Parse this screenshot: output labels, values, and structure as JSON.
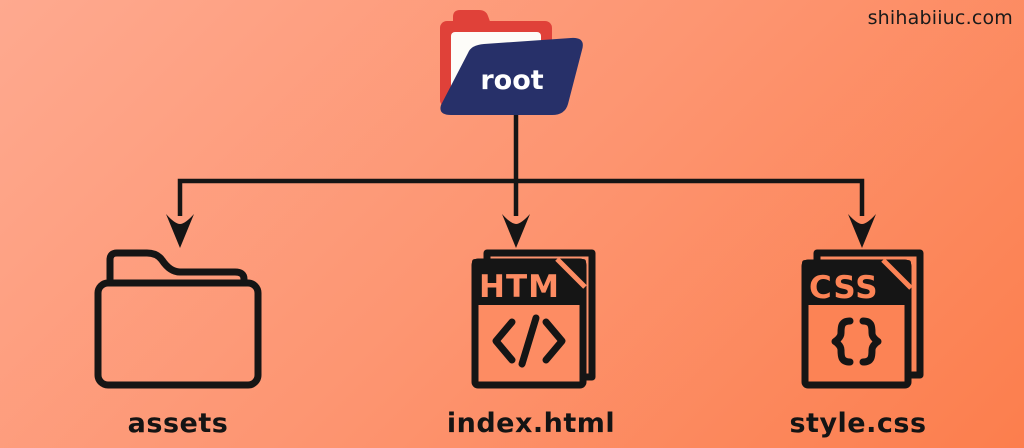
{
  "watermark": "shihabiiuc.com",
  "diagram": {
    "root": {
      "label": "root",
      "kind": "root-folder"
    },
    "children": [
      {
        "label": "assets",
        "kind": "folder",
        "icon": "folder-outline-icon"
      },
      {
        "label": "index.html",
        "kind": "html-file",
        "badge": "HTM",
        "icon": "code-tag-icon"
      },
      {
        "label": "style.css",
        "kind": "css-file",
        "badge": "CSS",
        "icon": "curly-braces-icon"
      }
    ]
  },
  "colors": {
    "background_gradient_start": "#FEA98F",
    "background_gradient_mid": "#FD9571",
    "background_gradient_end": "#FC7E4D",
    "root_folder_red": "#E04139",
    "root_flap_navy": "#273069",
    "paper_white": "#FDFCF8",
    "line_black": "#151515",
    "knockout_orange": "#FD8C63"
  }
}
